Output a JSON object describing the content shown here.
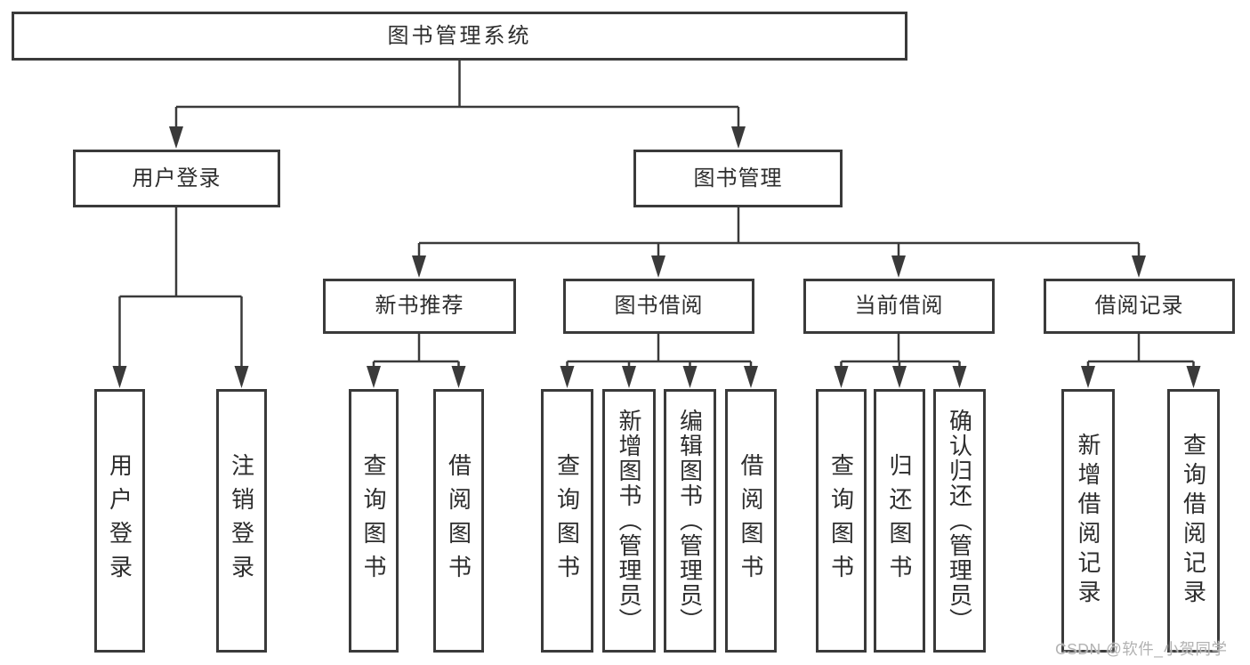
{
  "diagram": {
    "nodes": {
      "root": {
        "label": "图书管理系统"
      },
      "user_login": {
        "label": "用户登录"
      },
      "book_mgmt": {
        "label": "图书管理"
      },
      "new_book_rec": {
        "label": "新书推荐"
      },
      "book_borrow": {
        "label": "图书借阅"
      },
      "current_borrow": {
        "label": "当前借阅"
      },
      "borrow_records": {
        "label": "借阅记录"
      },
      "leaf_user_login": {
        "label": "用户登录"
      },
      "leaf_logout": {
        "label": "注销登录"
      },
      "nb_query": {
        "label": "查询图书"
      },
      "nb_borrow": {
        "label": "借阅图书"
      },
      "bb_query": {
        "label": "查询图书"
      },
      "bb_add": {
        "label": "新增图书（管理员）"
      },
      "bb_edit": {
        "label": "编辑图书（管理员）"
      },
      "bb_borrow": {
        "label": "借阅图书"
      },
      "cb_query": {
        "label": "查询图书"
      },
      "cb_return": {
        "label": "归还图书"
      },
      "cb_confirm": {
        "label": "确认归还（管理员）"
      },
      "br_add": {
        "label": "新增借阅记录"
      },
      "br_query": {
        "label": "查询借阅记录"
      }
    },
    "colors": {
      "line": "#3a3a3a",
      "box_background": "#ffffff",
      "text": "#2d2d2d",
      "watermark": "#b2b2b2"
    }
  },
  "watermark": {
    "text": "CSDN @软件_小贺同学"
  }
}
